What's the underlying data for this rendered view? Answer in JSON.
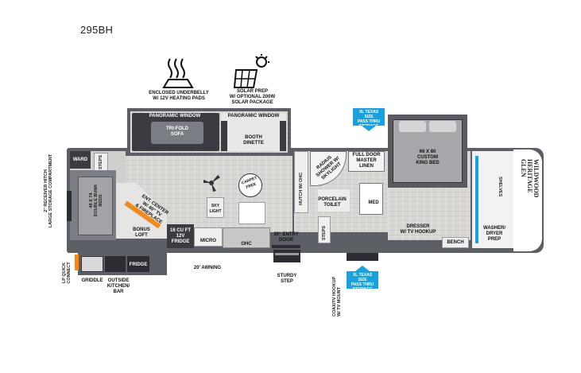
{
  "model": "295BH",
  "features": {
    "heating": "ENCLOSED UNDERBELLY\nW/ 12V HEATING PADS",
    "solar": "SOLAR PREP\nW/ OPTIONAL 200W\nSOLAR PACKAGE"
  },
  "rooms": {
    "panoramic_window_1": "PANORAMIC WINDOW",
    "panoramic_window_2": "PANORAMIC WINDOW",
    "sofa": "TRI-FOLD\nSOFA",
    "dinette": "BOOTH\nDINETTE",
    "ward": "WARD",
    "steps_left": "STEPS",
    "bunk_beds": "48 X 74\nDOUBLE BUNK\nBEDS",
    "ent_center": "ENT. CENTER\nW/ 40\" TV\n& FIREPLACE",
    "bonus_loft": "BONUS\nLOFT",
    "fridge_inside": "16 CU FT\n12V\nFRIDGE",
    "micro": "MICRO",
    "ohc_kitchen": "OHC",
    "carpet": "CARPET\nFREE",
    "sky_light": "SKY\nLIGHT",
    "hutch": "HUTCH W/ OHC",
    "entry_door": "30\" ENTRY\nDOOR",
    "radius_shower": "RADIUS\nSHOWER W/\nSKYLIGHT",
    "full_door": "FULL DOOR\nMASTER\nLINEN",
    "porcelain_toilet": "PORCELAIN\nTOILET",
    "med": "MED",
    "steps_right": "STEPS",
    "king_bed": "66 X 80\nCUSTOM\nKING BED",
    "dresser": "DRESSER\nW/ TV HOOKUP",
    "bench": "BENCH",
    "shelves": "SHELVES",
    "washer_dryer": "WASHER/\nDRYER\nPREP",
    "brand_front": "WILDWOOD\nHERITAGE GLEN"
  },
  "exterior": {
    "receiver_hitch": "2\" RECEIVER HITCH\nLARGE STORAGE COMPARTMENT",
    "lp_connect": "LP QUICK\nCONNECT",
    "griddle": "GRIDDLE",
    "outside_kitchen": "OUTSIDE\nKITCHEN/\nBAR",
    "fridge_outside": "FRIDGE",
    "awning": "20' AWNING",
    "sturdy_step": "STURDY\nSTEP",
    "coax": "COAX/TV HOOKUP\nW/ TV MOUNT",
    "pass_thru_top": "XL TEXAS SIZE\nPASS THRU\nSTORAGE",
    "pass_thru_bottom": "XL TEXAS SIZE\nPASS THRU\nSTORAGE"
  },
  "colors": {
    "callout_blue": "#1aa0dc",
    "wall": "#5c5f66",
    "floor": "#d8d6d3",
    "accent_orange": "#f08a1c"
  },
  "icons": [
    "heat-pad-icon",
    "solar-panel-icon",
    "ceiling-fan-icon",
    "carpet-free-icon"
  ]
}
